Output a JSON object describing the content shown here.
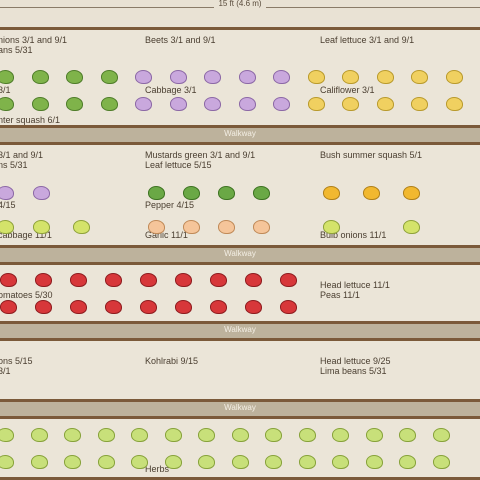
{
  "scale_label": "15 ft (4.6 m)",
  "walkway_label": "Walkway",
  "beds": [
    {
      "labels": [
        {
          "text": "nions 3/1 and 9/1",
          "col": 0,
          "row": 0
        },
        {
          "text": "ans 5/31",
          "col": 0,
          "row": 1
        },
        {
          "text": "Beets 3/1 and 9/1",
          "col": 1,
          "row": 0
        },
        {
          "text": "Leaf lettuce 3/1 and 9/1",
          "col": 2,
          "row": 0
        },
        {
          "text": "3/1",
          "col": 0,
          "row": 5
        },
        {
          "text": "Cabbage 3/1",
          "col": 1,
          "row": 5
        },
        {
          "text": "Califlower 3/1",
          "col": 2,
          "row": 5
        },
        {
          "text": "nter squash 6/1",
          "col": 0,
          "row": 8
        }
      ]
    },
    {
      "labels": [
        {
          "text": "3/1 and 9/1",
          "col": 0,
          "row": 0
        },
        {
          "text": "ns 5/31",
          "col": 0,
          "row": 1
        },
        {
          "text": "Mustards green 3/1 and 9/1",
          "col": 1,
          "row": 0
        },
        {
          "text": "Leaf lettuce 5/15",
          "col": 1,
          "row": 1
        },
        {
          "text": "Bush summer squash 5/1",
          "col": 2,
          "row": 0
        },
        {
          "text": "4/15",
          "col": 0,
          "row": 5
        },
        {
          "text": "Pepper 4/15",
          "col": 1,
          "row": 5
        },
        {
          "text": "cabbage 11/1",
          "col": 0,
          "row": 8
        },
        {
          "text": "Garlic 11/1",
          "col": 1,
          "row": 8
        },
        {
          "text": "Bulb onions 11/1",
          "col": 2,
          "row": 8
        }
      ]
    },
    {
      "labels": [
        {
          "text": "omatoes 5/30",
          "col": 0,
          "row": 2
        },
        {
          "text": "Head lettuce 11/1",
          "col": 2,
          "row": 1
        },
        {
          "text": "Peas 11/1",
          "col": 2,
          "row": 2
        }
      ]
    },
    {
      "labels": [
        {
          "text": "ons 5/15",
          "col": 0,
          "row": 1
        },
        {
          "text": "3/1",
          "col": 0,
          "row": 2
        },
        {
          "text": "Kohlrabi 9/15",
          "col": 1,
          "row": 1
        },
        {
          "text": "Head lettuce 9/25",
          "col": 2,
          "row": 1
        },
        {
          "text": "Lima beans 5/31",
          "col": 2,
          "row": 2
        }
      ]
    },
    {
      "labels": [
        {
          "text": "Herbs",
          "col": 1,
          "row": 4
        }
      ]
    }
  ],
  "colors": {
    "green": "#7fb34a",
    "purple": "#c9a8dd",
    "yellow": "#f0d060",
    "lime": "#d4e36a",
    "red": "#d7373a",
    "peach": "#f5c59a",
    "orange": "#f1b830",
    "border": "#7b5a3a",
    "walkway": "#bdb29c"
  },
  "plant_rows": [
    {
      "bed": 0,
      "row": 0,
      "segments": [
        {
          "color": "green",
          "count": 4
        },
        {
          "color": "purple",
          "count": 5
        },
        {
          "color": "yellow",
          "count": 5
        }
      ]
    },
    {
      "bed": 0,
      "row": 1,
      "segments": [
        {
          "color": "green",
          "count": 4
        },
        {
          "color": "purple",
          "count": 5
        },
        {
          "color": "yellow",
          "count": 5
        }
      ]
    },
    {
      "bed": 1,
      "row": 0,
      "segments": [
        {
          "color": "purple",
          "count": 2
        },
        {
          "color": "darkgreen",
          "count": 4
        },
        {
          "color": "orange",
          "count": 3
        }
      ]
    },
    {
      "bed": 1,
      "row": 1,
      "segments": [
        {
          "color": "lime",
          "count": 3
        },
        {
          "color": "peach",
          "count": 4
        },
        {
          "color": "lime",
          "count": 2
        }
      ]
    },
    {
      "bed": 2,
      "row": 0,
      "segments": [
        {
          "color": "red",
          "count": 9
        }
      ]
    },
    {
      "bed": 2,
      "row": 1,
      "segments": [
        {
          "color": "red",
          "count": 9
        }
      ]
    },
    {
      "bed": 4,
      "row": 0,
      "segments": [
        {
          "color": "pale",
          "count": 14
        }
      ]
    },
    {
      "bed": 4,
      "row": 1,
      "segments": [
        {
          "color": "pale",
          "count": 14
        }
      ]
    }
  ]
}
